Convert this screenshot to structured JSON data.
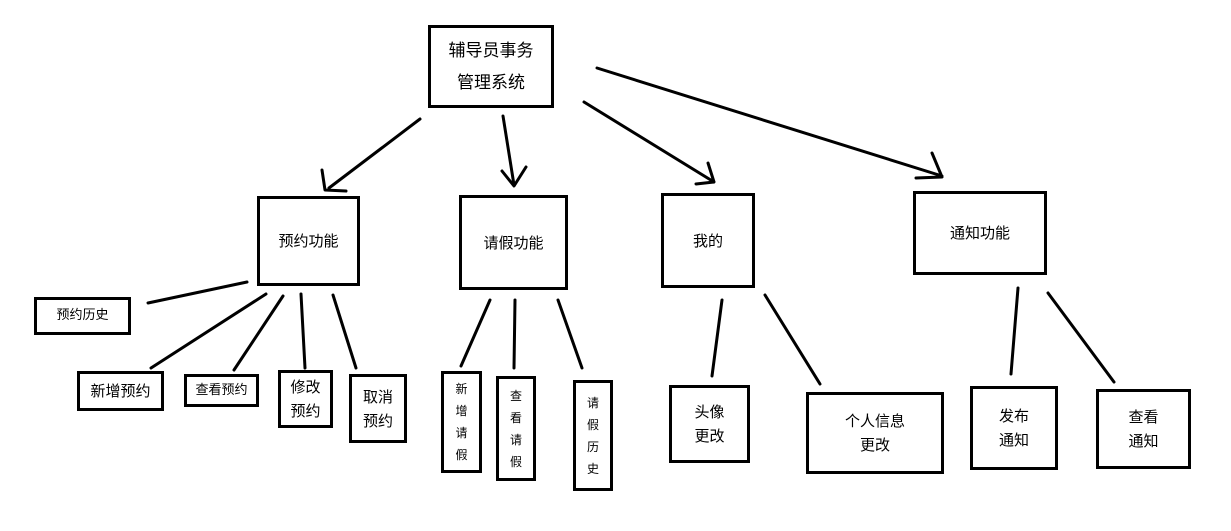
{
  "root": "辅导员事务\n管理系统",
  "modules": {
    "booking": "预约功能",
    "leave": "请假功能",
    "mine": "我的",
    "notice": "通知功能"
  },
  "booking_items": {
    "history": "预约历史",
    "add": "新增预约",
    "view": "查看预约",
    "edit": "修改\n预约",
    "cancel": "取消\n预约"
  },
  "leave_items": {
    "add": "新\n增\n请\n假",
    "view": "查\n看\n请\n假",
    "history": "请\n假\n历\n史"
  },
  "mine_items": {
    "avatar": "头像\n更改",
    "profile": "个人信息\n更改"
  },
  "notice_items": {
    "publish": "发布\n通知",
    "view": "查看\n通知"
  }
}
